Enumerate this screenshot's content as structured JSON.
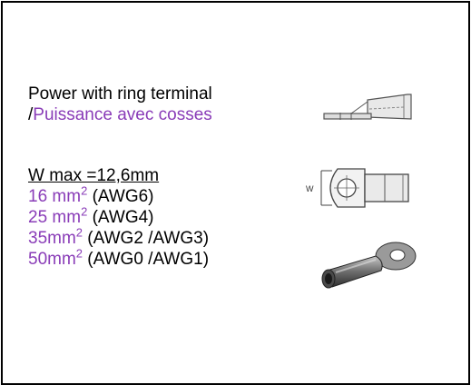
{
  "heading": {
    "line1": "Power with ring terminal",
    "line2_prefix": "/",
    "line2_fr": "Puissance avec cosses"
  },
  "wmax": "W max =12,6mm",
  "sizes": [
    {
      "size": "16 mm",
      "sup": "2",
      "awg": " (AWG6)"
    },
    {
      "size": "25 mm",
      "sup": "2",
      "awg": " (AWG4)"
    },
    {
      "size": "35mm",
      "sup": "2",
      "awg": " (AWG2 /AWG3)"
    },
    {
      "size": "50mm",
      "sup": "2",
      "awg": " (AWG0 /AWG1)"
    }
  ],
  "diagram_label": "W",
  "colors": {
    "purple": "#8a3db8",
    "black": "#000000"
  }
}
